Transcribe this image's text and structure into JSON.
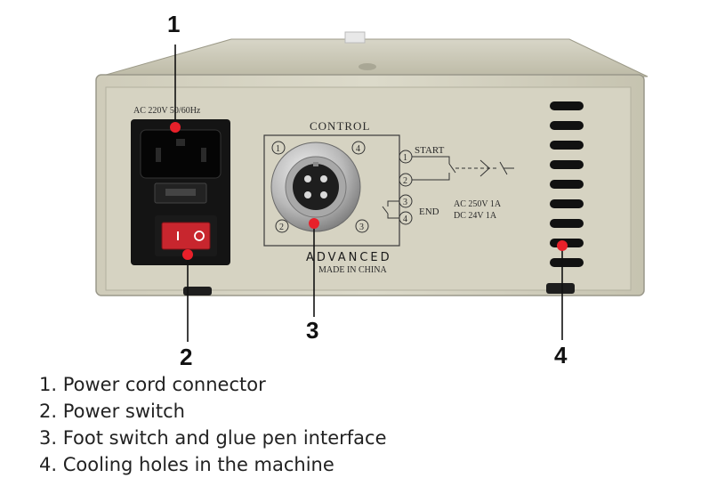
{
  "panel": {
    "power_rating": "AC 220V  50/60Hz",
    "control_title": "CONTROL",
    "pin_labels": [
      "1",
      "4",
      "2",
      "3"
    ],
    "start_label": "START",
    "end_label": "END",
    "switch_pins": [
      "1",
      "2",
      "3",
      "4"
    ],
    "rating_ac": "AC 250V  1A",
    "rating_dc": "DC 24V  1A",
    "brand": "ADVANCED",
    "made_in": "MADE IN CHINA"
  },
  "callouts": [
    {
      "number": "1",
      "target": "power-cord-connector"
    },
    {
      "number": "2",
      "target": "power-switch"
    },
    {
      "number": "3",
      "target": "control-interface"
    },
    {
      "number": "4",
      "target": "cooling-holes"
    }
  ],
  "legend": [
    "1. Power cord connector",
    "2. Power switch",
    "3. Foot switch and glue pen interface",
    "4. Cooling holes in the machine"
  ],
  "colors": {
    "marker": "#e8202a",
    "case": "#c9c5b2",
    "panel": "#d6d3c2"
  }
}
